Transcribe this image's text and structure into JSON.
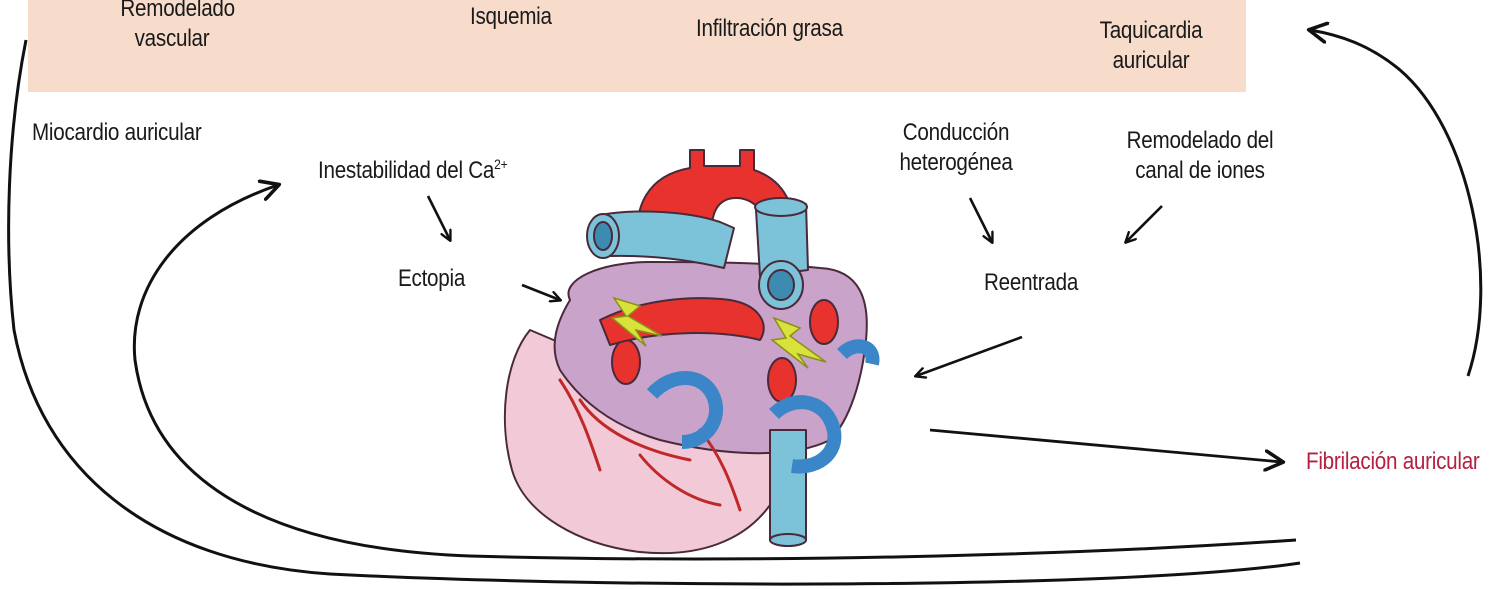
{
  "band": {
    "remodeling_line1": "Remodelado",
    "remodeling_line2": "vascular",
    "ischemia": "Isquemia",
    "fat_infiltration": "Infiltración grasa",
    "tachy_line1": "Taquicardia",
    "tachy_line2": "auricular"
  },
  "atrial_myocardium": "Miocardio auricular",
  "calcium": {
    "text": "Inestabilidad del Ca",
    "sup": "2+"
  },
  "ectopy": "Ectopia",
  "conduction_line1": "Conducción",
  "conduction_line2": "heterogénea",
  "ion_channel_line1": "Remodelado del",
  "ion_channel_line2": "canal de iones",
  "reentry": "Reentrada",
  "atrial_fibrillation": "Fibrilación auricular",
  "colors": {
    "band": "#f7dccb",
    "fibrillation_text": "#b52040",
    "arrow": "#111111",
    "heart_red": "#e8322e",
    "heart_blue": "#7cc3d9",
    "heart_purple": "#c9a3c9",
    "heart_pink": "#f2c9d6",
    "reentry_circuit": "#3a86c8",
    "spark": "#d8e23a"
  }
}
